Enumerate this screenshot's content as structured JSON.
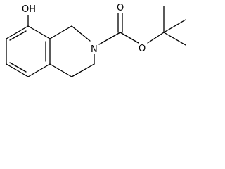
{
  "molecule": {
    "atom_labels": {
      "hydroxyl": "OH",
      "ring_nitrogen": "N",
      "ester_oxygen": "O",
      "carbonyl_oxygen": "O"
    }
  },
  "colors": {
    "bond": "#000000",
    "label": "#000000",
    "background": "#ffffff"
  }
}
